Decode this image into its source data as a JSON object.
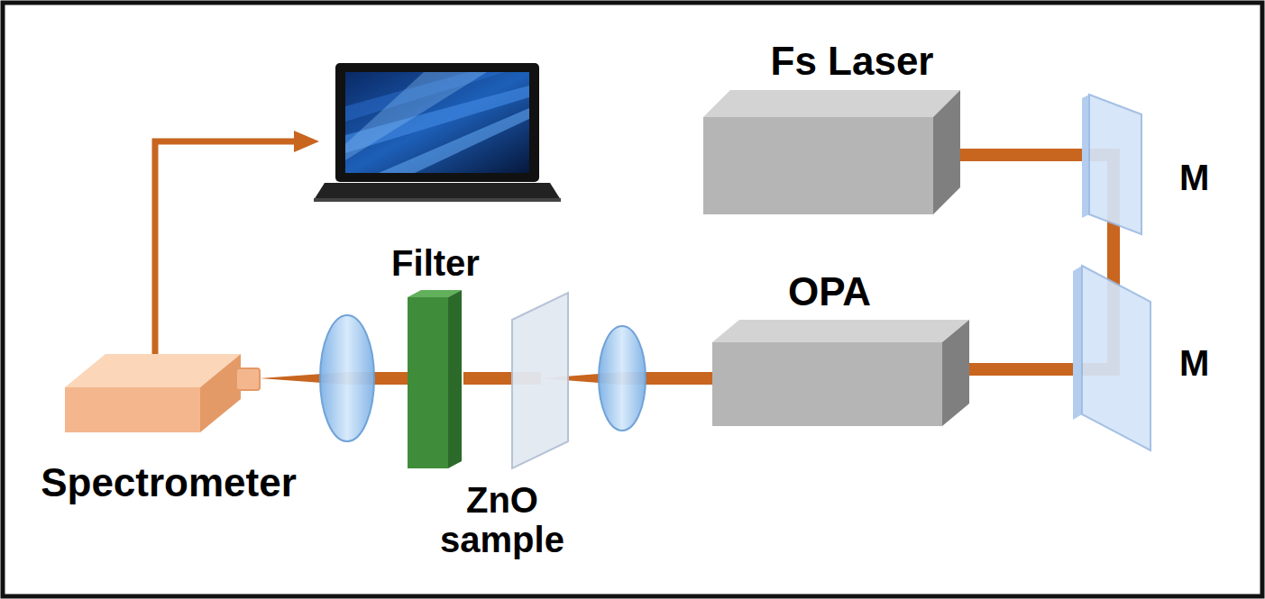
{
  "diagram": {
    "nodes": [
      {
        "text": [
          "Fs Laser"
        ]
      },
      {
        "text": [
          "M"
        ]
      },
      {
        "text": [
          "M"
        ]
      },
      {
        "text": [
          "OPA"
        ]
      },
      {
        "text": [
          "Filter"
        ]
      },
      {
        "text": [
          "ZnO sample"
        ]
      },
      {
        "text": [
          "Spectrometer"
        ]
      }
    ],
    "edges": [
      {
        "from": 0,
        "to": 1,
        "arrow": "none"
      },
      {
        "from": 1,
        "to": 2,
        "arrow": "none"
      },
      {
        "from": 2,
        "to": 3,
        "arrow": "none"
      },
      {
        "from": 3,
        "to": 5,
        "arrow": "none"
      },
      {
        "from": 5,
        "to": 4,
        "arrow": "none"
      },
      {
        "from": 4,
        "to": 6,
        "arrow": "none"
      }
    ]
  }
}
